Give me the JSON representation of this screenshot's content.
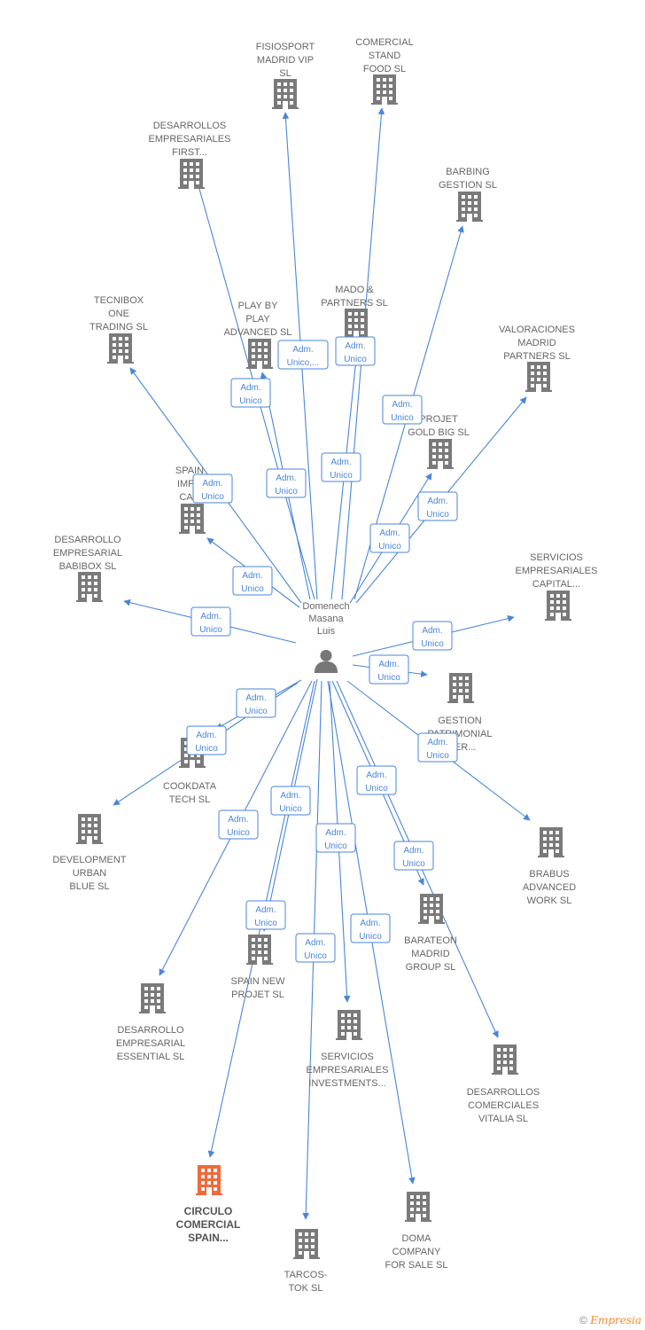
{
  "center": {
    "name": "center-person",
    "lines": [
      "Domenech",
      "Masana",
      "Luis"
    ]
  },
  "relation_label": [
    "Adm.",
    "Unico"
  ],
  "relation_label_alt": [
    "Adm.",
    "Unico,..."
  ],
  "colors": {
    "edge": "#4a86d8",
    "building": "#7a7a7a",
    "highlight": "#f06a3a"
  },
  "companies": [
    {
      "id": "fisiosport",
      "lines": [
        "FISIOSPORT",
        "MADRID VIP",
        "SL"
      ]
    },
    {
      "id": "comercial-stand",
      "lines": [
        "COMERCIAL",
        "STAND",
        "FOOD SL"
      ]
    },
    {
      "id": "desarrollos-first",
      "lines": [
        "DESARROLLOS",
        "EMPRESARIALES",
        "FIRST..."
      ]
    },
    {
      "id": "barbing",
      "lines": [
        "BARBING",
        "GESTION SL"
      ]
    },
    {
      "id": "tecnibox",
      "lines": [
        "TECNIBOX",
        "ONE",
        "TRADING SL"
      ]
    },
    {
      "id": "play-by-play",
      "lines": [
        "PLAY BY",
        "PLAY",
        "ADVANCED SL"
      ]
    },
    {
      "id": "mado",
      "lines": [
        "MADO &",
        "PARTNERS SL"
      ]
    },
    {
      "id": "valoraciones",
      "lines": [
        "VALORACIONES",
        "MADRID",
        "PARTNERS SL"
      ]
    },
    {
      "id": "projet-gold",
      "lines": [
        "PROJET",
        "GOLD BIG SL"
      ]
    },
    {
      "id": "spain-import",
      "lines": [
        "SPAIN",
        "IMPO",
        "CAR"
      ]
    },
    {
      "id": "babibox",
      "lines": [
        "DESARROLLO",
        "EMPRESARIAL",
        "BABIBOX SL"
      ]
    },
    {
      "id": "servicios-capital",
      "lines": [
        "SERVICIOS",
        "EMPRESARIALES",
        "CAPITAL..."
      ]
    },
    {
      "id": "gestion-patrimonial",
      "lines": [
        "GESTION",
        "PATRIMONIAL",
        "MIER..."
      ]
    },
    {
      "id": "cookdata",
      "lines": [
        "COOKDATA",
        "TECH SL"
      ]
    },
    {
      "id": "development-urban",
      "lines": [
        "DEVELOPMENT",
        "URBAN",
        "BLUE SL"
      ]
    },
    {
      "id": "brabus",
      "lines": [
        "BRABUS",
        "ADVANCED",
        "WORK SL"
      ]
    },
    {
      "id": "barateon",
      "lines": [
        "BARATEON",
        "MADRID",
        "GROUP SL"
      ]
    },
    {
      "id": "spain-new-projet",
      "lines": [
        "SPAIN NEW",
        "PROJET SL"
      ]
    },
    {
      "id": "desarrollo-essential",
      "lines": [
        "DESARROLLO",
        "EMPRESARIAL",
        "ESSENTIAL SL"
      ]
    },
    {
      "id": "servicios-investments",
      "lines": [
        "SERVICIOS",
        "EMPRESARIALES",
        "INVESTMENTS..."
      ]
    },
    {
      "id": "desarrollos-vitalia",
      "lines": [
        "DESARROLLOS",
        "COMERCIALES",
        "VITALIA SL"
      ]
    },
    {
      "id": "circulo-comercial",
      "lines": [
        "CIRCULO",
        "COMERCIAL",
        "SPAIN..."
      ],
      "highlight": true
    },
    {
      "id": "doma-company",
      "lines": [
        "DOMA",
        "COMPANY",
        "FOR SALE SL"
      ]
    },
    {
      "id": "tarcos-tok",
      "lines": [
        "TARCOS-",
        "TOK SL"
      ]
    }
  ],
  "watermark": {
    "symbol": "©",
    "brand": "Empresia"
  }
}
